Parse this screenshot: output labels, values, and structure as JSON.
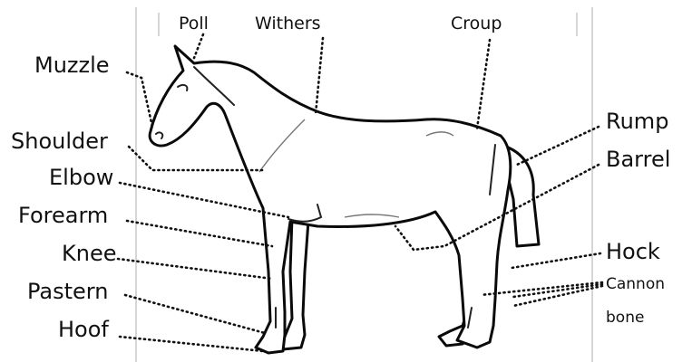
{
  "labels": {
    "poll": "Poll",
    "withers": "Withers",
    "croup": "Croup",
    "muzzle": "Muzzle",
    "shoulder": "Shoulder",
    "elbow": "Elbow",
    "forearm": "Forearm",
    "knee": "Knee",
    "pastern": "Pastern",
    "hoof": "Hoof",
    "rump": "Rump",
    "barrel": "Barrel",
    "hock": "Hock",
    "cannon_line1": "Cannon",
    "cannon_line2": "bone"
  }
}
